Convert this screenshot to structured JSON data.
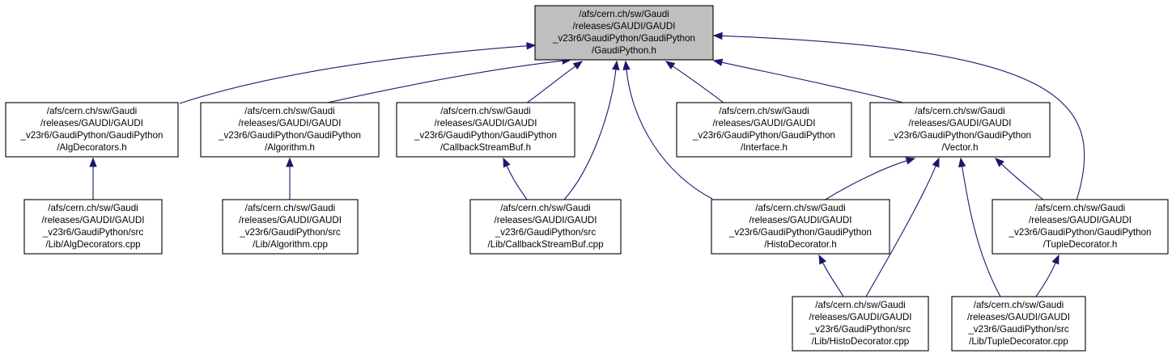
{
  "colors": {
    "edge": "#191970",
    "root_fill": "#bfbfbf",
    "node_fill": "#ffffff",
    "border": "#000000"
  },
  "nodes": [
    {
      "id": "root",
      "lines": [
        "/afs/cern.ch/sw/Gaudi",
        "/releases/GAUDI/GAUDI",
        "_v23r6/GaudiPython/GaudiPython",
        "/GaudiPython.h"
      ]
    },
    {
      "id": "algdecorators_h",
      "lines": [
        "/afs/cern.ch/sw/Gaudi",
        "/releases/GAUDI/GAUDI",
        "_v23r6/GaudiPython/GaudiPython",
        "/AlgDecorators.h"
      ]
    },
    {
      "id": "algorithm_h",
      "lines": [
        "/afs/cern.ch/sw/Gaudi",
        "/releases/GAUDI/GAUDI",
        "_v23r6/GaudiPython/GaudiPython",
        "/Algorithm.h"
      ]
    },
    {
      "id": "callbackstreambuf_h",
      "lines": [
        "/afs/cern.ch/sw/Gaudi",
        "/releases/GAUDI/GAUDI",
        "_v23r6/GaudiPython/GaudiPython",
        "/CallbackStreamBuf.h"
      ]
    },
    {
      "id": "interface_h",
      "lines": [
        "/afs/cern.ch/sw/Gaudi",
        "/releases/GAUDI/GAUDI",
        "_v23r6/GaudiPython/GaudiPython",
        "/Interface.h"
      ]
    },
    {
      "id": "vector_h",
      "lines": [
        "/afs/cern.ch/sw/Gaudi",
        "/releases/GAUDI/GAUDI",
        "_v23r6/GaudiPython/GaudiPython",
        "/Vector.h"
      ]
    },
    {
      "id": "algdecorators_cpp",
      "lines": [
        "/afs/cern.ch/sw/Gaudi",
        "/releases/GAUDI/GAUDI",
        "_v23r6/GaudiPython/src",
        "/Lib/AlgDecorators.cpp"
      ]
    },
    {
      "id": "algorithm_cpp",
      "lines": [
        "/afs/cern.ch/sw/Gaudi",
        "/releases/GAUDI/GAUDI",
        "_v23r6/GaudiPython/src",
        "/Lib/Algorithm.cpp"
      ]
    },
    {
      "id": "callbackstreambuf_cpp",
      "lines": [
        "/afs/cern.ch/sw/Gaudi",
        "/releases/GAUDI/GAUDI",
        "_v23r6/GaudiPython/src",
        "/Lib/CallbackStreamBuf.cpp"
      ]
    },
    {
      "id": "histodecorator_h",
      "lines": [
        "/afs/cern.ch/sw/Gaudi",
        "/releases/GAUDI/GAUDI",
        "_v23r6/GaudiPython/GaudiPython",
        "/HistoDecorator.h"
      ]
    },
    {
      "id": "tupledecorator_h",
      "lines": [
        "/afs/cern.ch/sw/Gaudi",
        "/releases/GAUDI/GAUDI",
        "_v23r6/GaudiPython/GaudiPython",
        "/TupleDecorator.h"
      ]
    },
    {
      "id": "histodecorator_cpp",
      "lines": [
        "/afs/cern.ch/sw/Gaudi",
        "/releases/GAUDI/GAUDI",
        "_v23r6/GaudiPython/src",
        "/Lib/HistoDecorator.cpp"
      ]
    },
    {
      "id": "tupledecorator_cpp",
      "lines": [
        "/afs/cern.ch/sw/Gaudi",
        "/releases/GAUDI/GAUDI",
        "_v23r6/GaudiPython/src",
        "/Lib/TupleDecorator.cpp"
      ]
    }
  ],
  "edges": [
    {
      "from": "algdecorators_h",
      "to": "root"
    },
    {
      "from": "algorithm_h",
      "to": "root"
    },
    {
      "from": "callbackstreambuf_h",
      "to": "root"
    },
    {
      "from": "callbackstreambuf_cpp",
      "to": "root"
    },
    {
      "from": "histodecorator_h",
      "to": "root"
    },
    {
      "from": "interface_h",
      "to": "root"
    },
    {
      "from": "vector_h",
      "to": "root"
    },
    {
      "from": "tupledecorator_h",
      "to": "root"
    },
    {
      "from": "algdecorators_cpp",
      "to": "algdecorators_h"
    },
    {
      "from": "algorithm_cpp",
      "to": "algorithm_h"
    },
    {
      "from": "callbackstreambuf_cpp",
      "to": "callbackstreambuf_h"
    },
    {
      "from": "histodecorator_h",
      "to": "vector_h"
    },
    {
      "from": "histodecorator_cpp",
      "to": "vector_h"
    },
    {
      "from": "tupledecorator_h",
      "to": "vector_h"
    },
    {
      "from": "tupledecorator_cpp",
      "to": "vector_h"
    },
    {
      "from": "histodecorator_cpp",
      "to": "histodecorator_h"
    },
    {
      "from": "tupledecorator_cpp",
      "to": "tupledecorator_h"
    }
  ]
}
